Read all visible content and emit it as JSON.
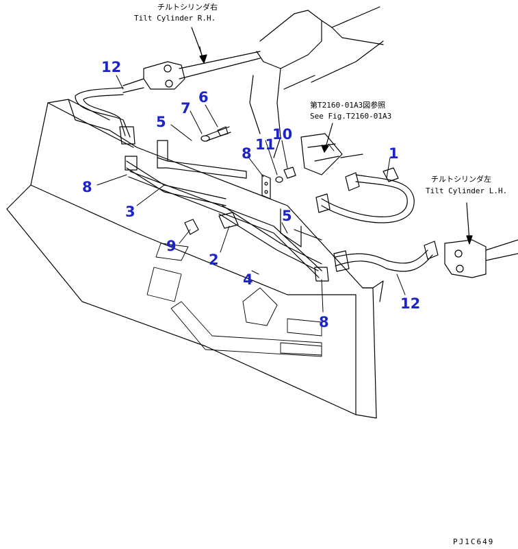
{
  "annotations": {
    "tilt_rh_jp": "チルトシリンダ右",
    "tilt_rh_en": "Tilt Cylinder R.H.",
    "see_fig_jp": "第T2160-01A3図参照",
    "see_fig_en": "See Fig.T2160-01A3",
    "tilt_lh_jp": "チルトシリンダ左",
    "tilt_lh_en": "Tilt Cylinder L.H."
  },
  "callouts": {
    "c1": "1",
    "c2": "2",
    "c3": "3",
    "c4": "4",
    "c5a": "5",
    "c5b": "5",
    "c6": "6",
    "c7": "7",
    "c8a": "8",
    "c8b": "8",
    "c8c": "8",
    "c9": "9",
    "c10": "10",
    "c11": "11",
    "c12a": "12",
    "c12b": "12"
  },
  "drawing_code": "PJ1C649",
  "colors": {
    "callout": "#1c24c8",
    "line": "#000000"
  }
}
